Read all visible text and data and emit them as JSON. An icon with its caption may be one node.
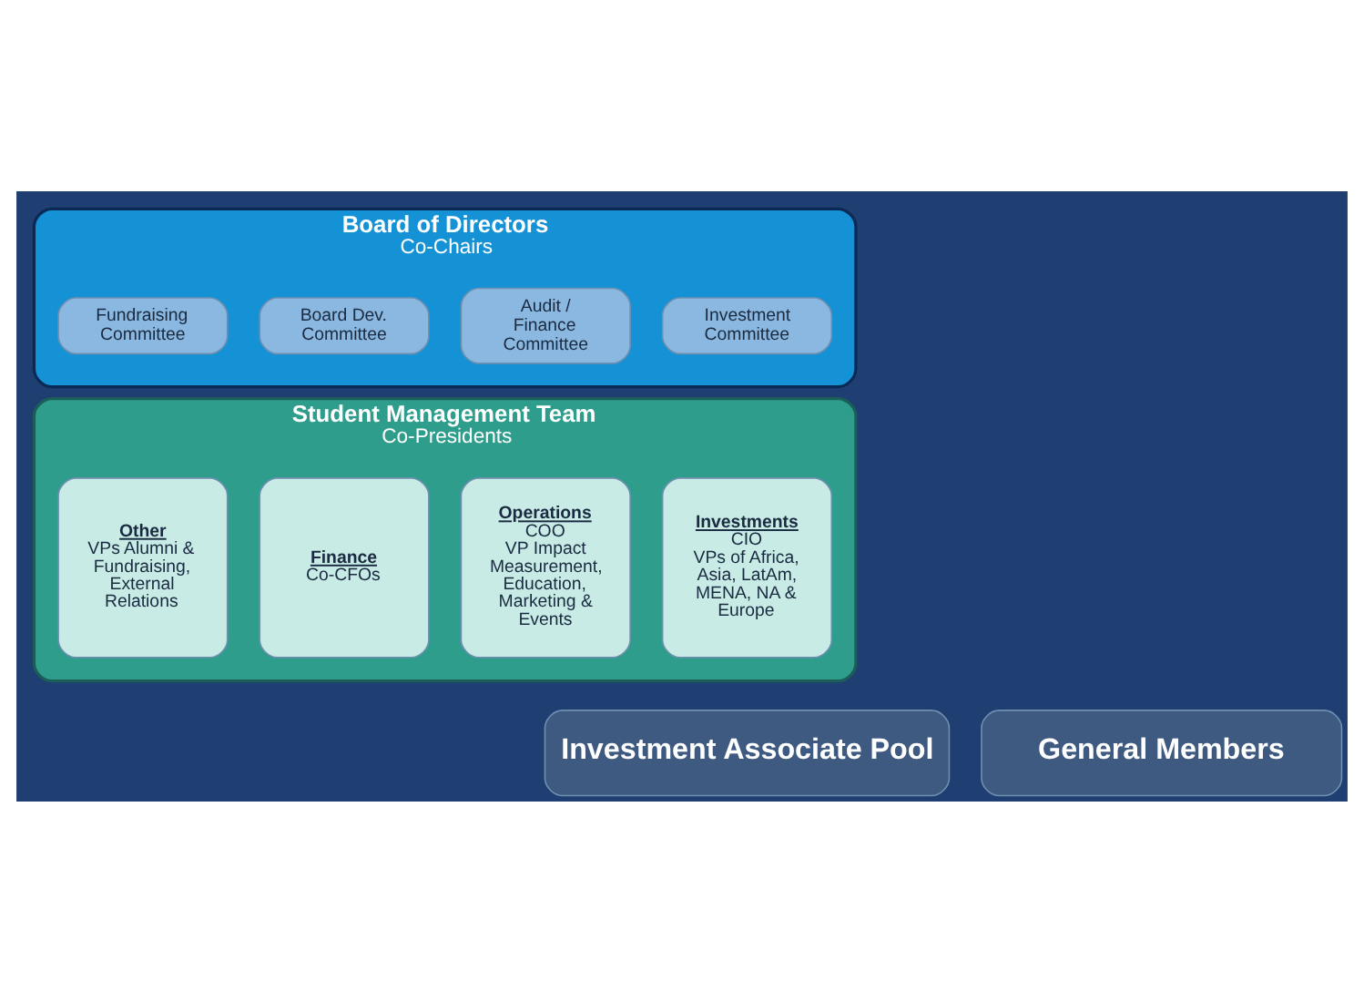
{
  "diagram": {
    "nodes": [
      {
        "text": [
          "Board of Directors",
          "Co-Chairs"
        ]
      },
      {
        "text": [
          "Investment Committee"
        ],
        "in": 0
      },
      {
        "text": [
          "Audit / Finance Committee"
        ],
        "in": 0
      },
      {
        "text": [
          "Board Dev. Committee"
        ],
        "in": 0
      },
      {
        "text": [
          "Fundraising Committee"
        ],
        "in": 0
      },
      {
        "text": [
          "Student Management Team",
          "Co-Presidents"
        ]
      },
      {
        "text": [
          "Investments",
          "CIO",
          "VPs of Africa, Asia, LatAm, MENA, NA & Europe"
        ],
        "in": 5
      },
      {
        "text": [
          "Operations",
          "COO",
          "VP Impact Measurement, Education, Marketing & Events"
        ],
        "in": 5
      },
      {
        "text": [
          "Finance",
          "Co-CFOs"
        ],
        "in": 5
      },
      {
        "text": [
          "Other",
          "VPs Alumni & Fundraising, External Relations"
        ],
        "in": 5
      },
      {
        "text": [
          "Investment Associate Pool"
        ]
      },
      {
        "text": [
          "General Members"
        ]
      }
    ]
  }
}
